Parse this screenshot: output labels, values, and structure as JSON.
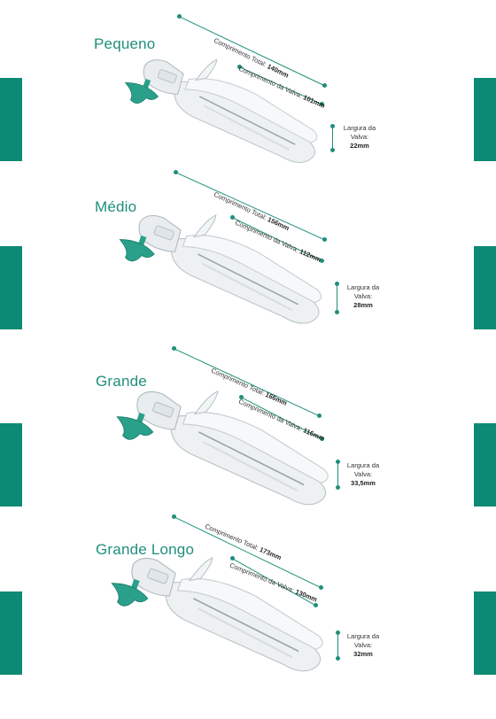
{
  "colors": {
    "accent": "#1f8f7b",
    "tab": "#0d8a73",
    "handle": "#2aa08a"
  },
  "icons": {
    "product": "speculum-illustration"
  },
  "sections": [
    {
      "title": "Pequeno",
      "total_label": "Comprimento Total: ",
      "total_value": "140mm",
      "valve_label": "Comprimento da Valva: ",
      "valve_value": "101mm",
      "width_label_1": "Largura da",
      "width_label_2": "Valva:",
      "width_value": "22mm"
    },
    {
      "title": "Médio",
      "total_label": "Comprimento Total: ",
      "total_value": "156mm",
      "valve_label": "Comprimento da Valva: ",
      "valve_value": "112mm",
      "width_label_1": "Largura da",
      "width_label_2": "Valva:",
      "width_value": "28mm"
    },
    {
      "title": "Grande",
      "total_label": "Comprimento Total: ",
      "total_value": "166mm",
      "valve_label": "Comprimento da Valva: ",
      "valve_value": "116mm",
      "width_label_1": "Largura da",
      "width_label_2": "Valva:",
      "width_value": "33,5mm"
    },
    {
      "title": "Grande Longo",
      "total_label": "Comprimento Total: ",
      "total_value": "173mm",
      "valve_label": "Comprimento da Valva: ",
      "valve_value": "130mm",
      "width_label_1": "Largura da",
      "width_label_2": "Valva:",
      "width_value": "32mm"
    }
  ]
}
